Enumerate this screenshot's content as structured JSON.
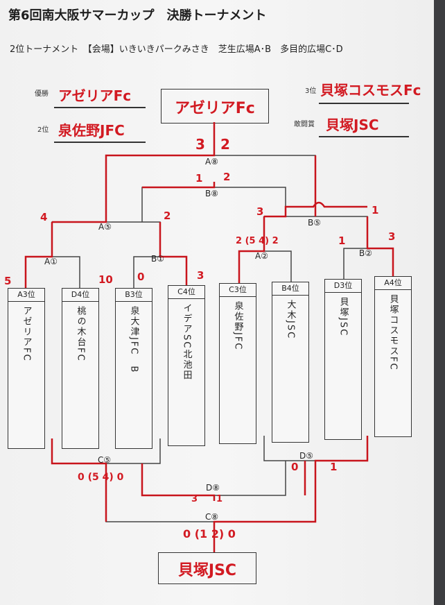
{
  "title": "第6回南大阪サマーカップ　決勝トーナメント",
  "subtitle": "2位トーナメント　【会場】いきいきパークみさき　芝生広場A･B　多目的広場C･D",
  "awards": {
    "winner_label": "優勝",
    "winner": "アゼリアFc",
    "second_label": "2位",
    "second": "泉佐野JFC",
    "third_label": "3位",
    "third": "貝塚コスモスFc",
    "fighting_label": "敢闘賞",
    "fighting": "貝塚JSC"
  },
  "champion_box": "アゼリアFc",
  "bottom_box": "貝塚JSC",
  "teams": [
    {
      "seed": "A3位",
      "name": "アゼリアFC"
    },
    {
      "seed": "D4位",
      "name": "桃の木台FC"
    },
    {
      "seed": "B3位",
      "name": "泉大津JFC　B"
    },
    {
      "seed": "C4位",
      "name": "イデアSC北池田"
    },
    {
      "seed": "C3位",
      "name": "泉佐野JFC"
    },
    {
      "seed": "B4位",
      "name": "大木JSC"
    },
    {
      "seed": "D3位",
      "name": "貝塚JSC"
    },
    {
      "seed": "A4位",
      "name": "貝塚コスモスFC"
    }
  ],
  "nodes": {
    "a1": "A①",
    "b1": "B①",
    "a2": "A②",
    "b2": "B②",
    "a5": "A⑤",
    "b5": "B⑤",
    "a8": "A⑧",
    "b8": "B⑧",
    "c5": "C⑤",
    "d5": "D⑤",
    "d8": "D⑧",
    "c8": "C⑧"
  },
  "scores": {
    "a1_left": "5",
    "a1_right": "10",
    "b1_left": "0",
    "b1_right": "3",
    "a2_left": "2 (5 4) 2",
    "a2_right": "",
    "b2_left": "1",
    "b2_right": "3",
    "a5_left": "4",
    "a5_right": "2",
    "b5_left": "3",
    "b5_right": "1",
    "a8_left": "3",
    "a8_right": "2",
    "b8_left": "1",
    "b8_right": "2",
    "c5": "0 (5 4) 0",
    "d5_left": "0",
    "d5_right": "1",
    "d8_left": "3",
    "d8_right": "1",
    "c8": "0 (1 2) 0"
  }
}
